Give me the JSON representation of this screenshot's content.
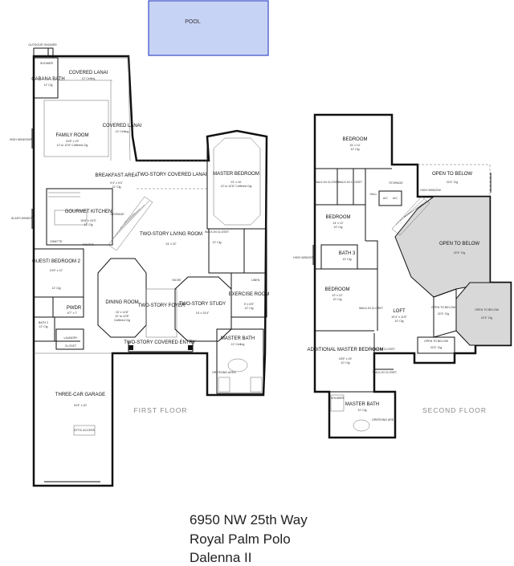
{
  "pool": {
    "label": "POOL",
    "fill": "#c7d3f5",
    "stroke": "#3a4ec9"
  },
  "floors": {
    "first": {
      "label": "FIRST FLOOR",
      "rooms": [
        {
          "name": "COVERED LANAI",
          "details": [
            "12' Ceiling"
          ]
        },
        {
          "name": "CABANA BATH",
          "details": [
            "12' Clg"
          ]
        },
        {
          "name": "FAMILY ROOM",
          "details": [
            "24'8\" x 19'",
            "12' to 12'8\" Coffered Clg"
          ]
        },
        {
          "name": "COVERED LANAI",
          "details": [
            "12' Ceiling"
          ]
        },
        {
          "name": "BREAKFAST AREA",
          "details": [
            "9'4\" x 9'4\"",
            "12' Clg"
          ]
        },
        {
          "name": "TWO-STORY COVERED LANAI",
          "details": []
        },
        {
          "name": "MASTER BEDROOM",
          "details": [
            "23' x 16'",
            "12' to 12'8\" Coffered Clg"
          ]
        },
        {
          "name": "GOURMET KITCHEN",
          "details": [
            "15'8\" x 15'3\"",
            "12' Clg"
          ]
        },
        {
          "name": "TWO-STORY LIVING ROOM",
          "details": [
            "24' x 22'"
          ]
        },
        {
          "name": "WALK-IN CLOSET",
          "details": [
            "12' Clg"
          ]
        },
        {
          "name": "GUEST/ BEDROOM 2",
          "details": [
            "10'6\" x 12'",
            "12' Clg"
          ]
        },
        {
          "name": "DINING ROOM",
          "details": [
            "15' x 11'8\"",
            "12' to 12'8\"",
            "Coffered Clg"
          ]
        },
        {
          "name": "TWO-STORY FOYER",
          "details": []
        },
        {
          "name": "TWO-STORY STUDY",
          "details": [
            "15' x 13'4\""
          ]
        },
        {
          "name": "EXERCISE ROOM",
          "details": [
            "9' x 6'5\"",
            "12' Clg"
          ]
        },
        {
          "name": "PWDR",
          "details": [
            "6'7\" x 7'"
          ]
        },
        {
          "name": "BATH 2",
          "details": [
            "12' Clg"
          ]
        },
        {
          "name": "LAUNDRY",
          "details": []
        },
        {
          "name": "TWO-STORY COVERED ENTRY",
          "details": []
        },
        {
          "name": "MASTER BATH",
          "details": [
            "12' Ceiling"
          ]
        },
        {
          "name": "THREE-CAR GARAGE",
          "details": [
            "34'4\" x 20'"
          ]
        }
      ],
      "labels": [
        "OUTDOOR SHOWER",
        "SHOWER",
        "HIGH WINDOWS",
        "GLASS WINDOW",
        "DINETTE",
        "PANTRY",
        "STORAGE",
        "NICHE",
        "DRESSING AREA",
        "ATTIC ACCESS",
        "LINEN",
        "CLOSET"
      ]
    },
    "second": {
      "label": "SECOND FLOOR",
      "rooms": [
        {
          "name": "BEDROOM",
          "details": [
            "15' x 14'",
            "10' Clg"
          ]
        },
        {
          "name": "OPEN TO BELOW",
          "details": [
            "22'4\" Clg"
          ]
        },
        {
          "name": "BEDROOM",
          "details": [
            "14' x 12'",
            "10' Clg"
          ]
        },
        {
          "name": "OPEN TO BELOW",
          "details": [
            "22'4\" Clg"
          ]
        },
        {
          "name": "BATH 3",
          "details": [
            "10' Clg"
          ]
        },
        {
          "name": "BEDROOM",
          "details": [
            "13' x 12'",
            "10' Clg"
          ]
        },
        {
          "name": "LOFT",
          "details": [
            "15'4\" x 11'8\"",
            "10' Clg"
          ]
        },
        {
          "name": "OPEN TO BELOW",
          "details": [
            "22'4\" Clg"
          ]
        },
        {
          "name": "OPEN TO BELOW",
          "details": [
            "22'4\" Clg"
          ]
        },
        {
          "name": "OPEN TO BELOW",
          "details": [
            "22'4\" Clg"
          ]
        },
        {
          "name": "ADDITIONAL MASTER BEDROOM",
          "details": [
            "18'6\" x 15'",
            "10' Clg"
          ]
        },
        {
          "name": "MASTER BATH",
          "details": [
            "10' Clg"
          ]
        }
      ],
      "labels": [
        "WALK-IN CLOSET",
        "STORAGE",
        "HIGH WINDOW",
        "HALL",
        "A/C",
        "DRESSING AREA",
        "SHOWER"
      ]
    }
  },
  "address": {
    "street": "6950 NW 25th Way",
    "community": "Royal Palm Polo",
    "model": "Dalenna II"
  }
}
